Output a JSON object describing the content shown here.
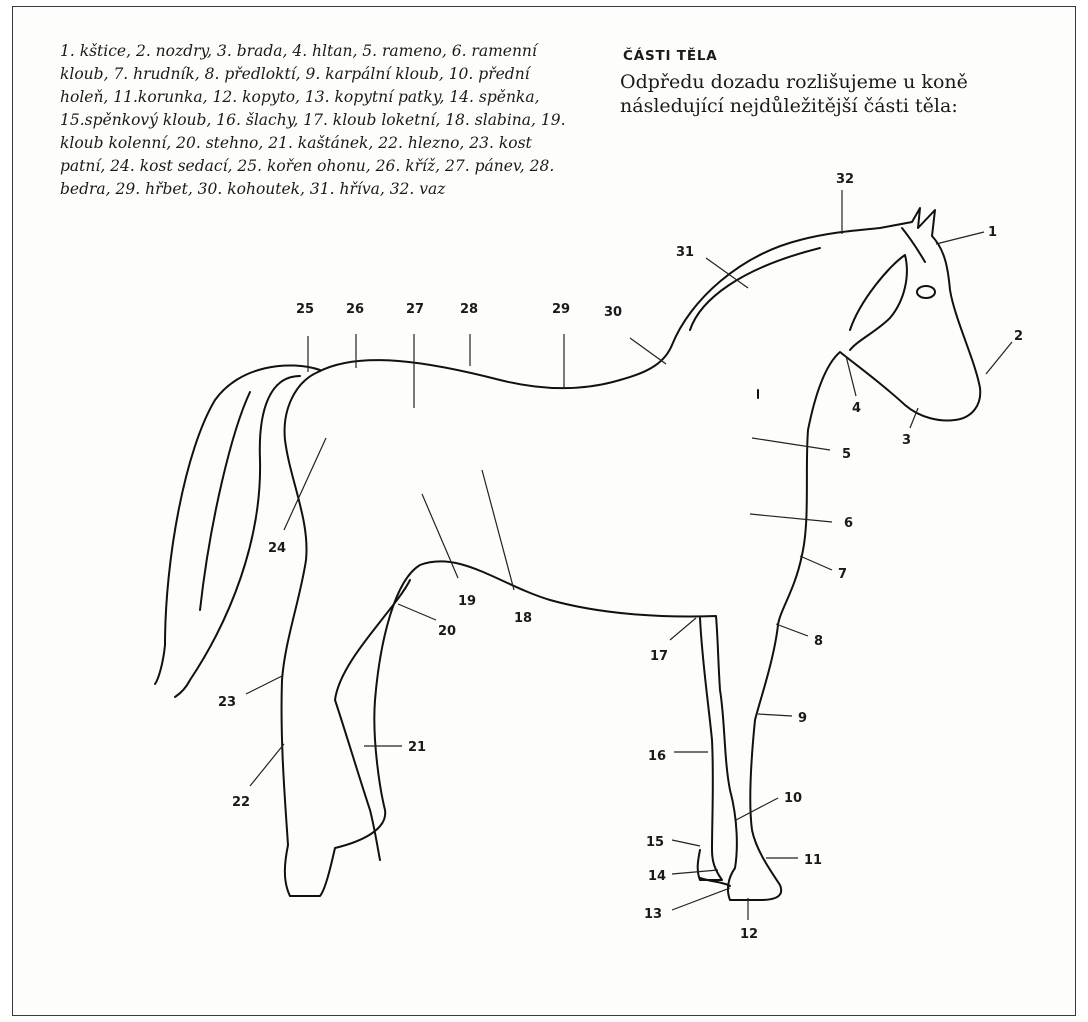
{
  "legend_text": "1. kštice, 2. nozdry, 3. brada, 4. hltan, 5. rameno, 6. ramenní kloub, 7. hrudník, 8. předloktí, 9. karpální kloub, 10. přední holeň, 11.korunka, 12. kopyto, 13. kopytní patky, 14. spěnka, 15.spěnkový kloub, 16. šlachy, 17. kloub loketní, 18. slabina, 19. kloub kolenní, 20. stehno, 21. kaštánek, 22. hlezno, 23. kost patní, 24. kost sedací, 25. kořen ohonu, 26. kříž, 27. pánev, 28. bedra, 29. hřbet, 30. kohoutek, 31. hříva, 32. vaz",
  "section_heading": "ČÁSTI TĚLA",
  "intro_text": "Odpředu dozadu rozlišujeme u koně následující nejdůležitější části těla:",
  "labels": [
    "1",
    "2",
    "3",
    "4",
    "5",
    "6",
    "7",
    "8",
    "9",
    "10",
    "11",
    "12",
    "13",
    "14",
    "15",
    "16",
    "17",
    "18",
    "19",
    "20",
    "21",
    "22",
    "23",
    "24",
    "25",
    "26",
    "27",
    "28",
    "29",
    "30",
    "31",
    "32"
  ],
  "colors": {
    "ink": "#111111",
    "paper": "#fdfdfc"
  }
}
